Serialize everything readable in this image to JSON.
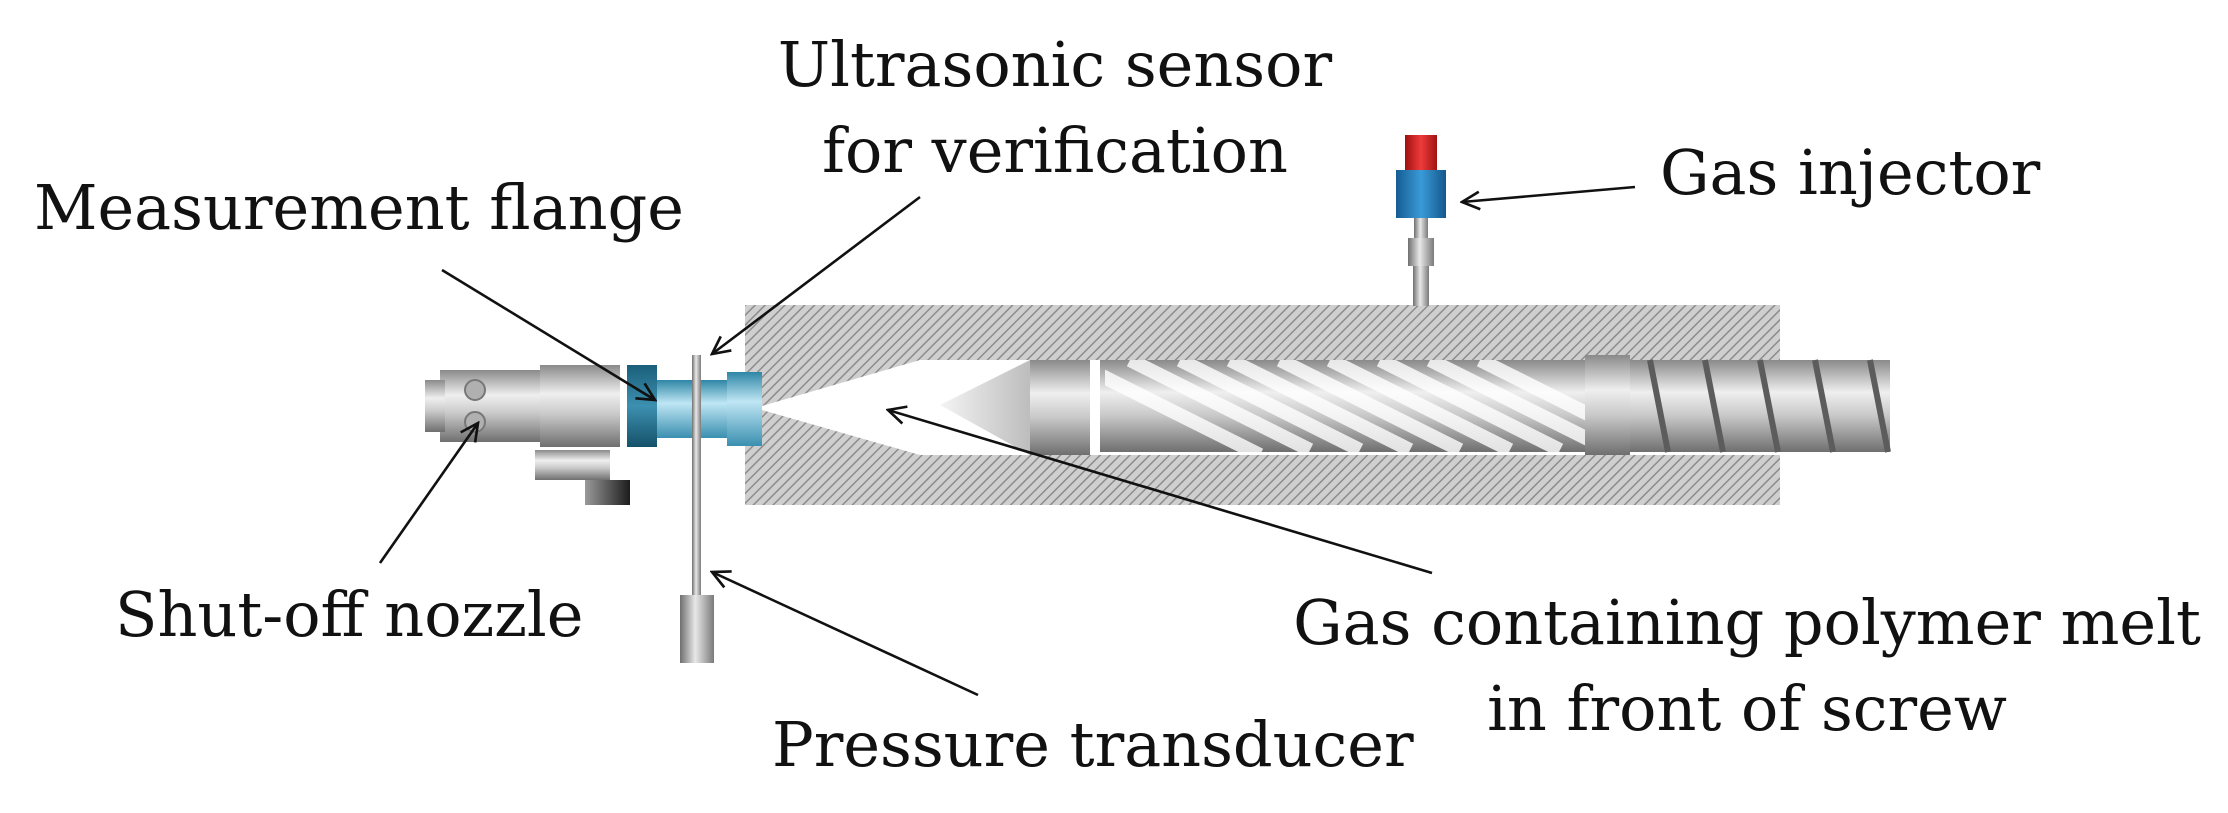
{
  "labels": {
    "ultrasonic_line1": "Ultrasonic sensor",
    "ultrasonic_line2": "for verification",
    "measurement_flange": "Measurement flange",
    "gas_injector": "Gas injector",
    "shutoff_nozzle": "Shut-off nozzle",
    "pressure_transducer": "Pressure transducer",
    "gas_melt_line1": "Gas containing polymer melt",
    "gas_melt_line2": "in front of screw"
  },
  "colors": {
    "barrel_hatch": "#9a9a9a",
    "steel_light": "#e6e6e6",
    "steel_dark": "#7a7a7a",
    "flange_blue": "#5fb6d6",
    "flange_dark_blue": "#1f6e8c",
    "injector_red": "#d42020",
    "injector_blue": "#1e76b6"
  }
}
